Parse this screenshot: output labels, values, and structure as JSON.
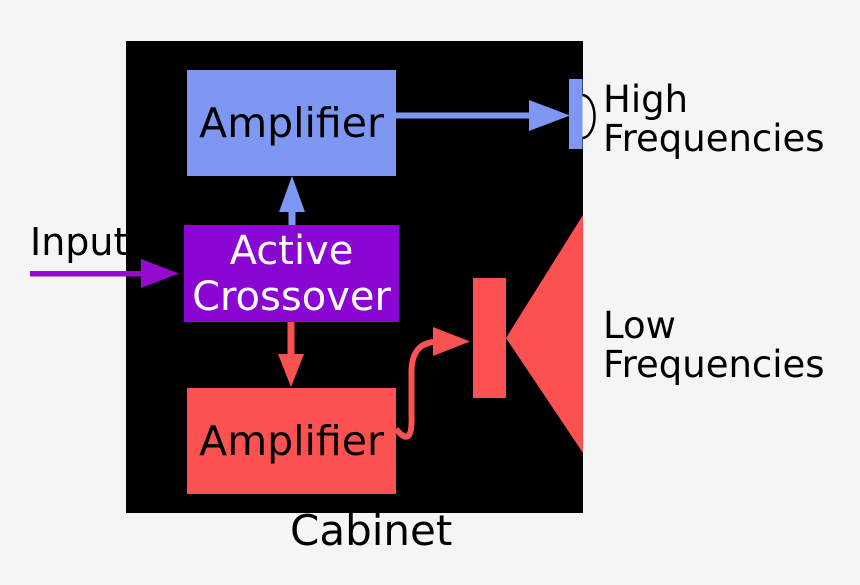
{
  "title": "Bi-amplified loudspeaker with active crossover diagram",
  "colors": {
    "background": "#f5f5f6",
    "blue": "#7e97f3",
    "purple": "#8a06d2",
    "arrow": "#9609ce",
    "red": "#fb5151",
    "cabinet": "#000000",
    "text": "#000000",
    "box_text": "#ffffff"
  },
  "boxes": {
    "amplifier_high": "Amplifier",
    "crossover": "Active\nCrossover",
    "amplifier_low": "Amplifier"
  },
  "labels": {
    "input": "Input",
    "high_frequencies": "High\nFrequencies",
    "low_frequencies": "Low\nFrequencies",
    "cabinet": "Cabinet"
  },
  "icons": {
    "tweeter": "tweeter-dome-driver-icon",
    "woofer": "woofer-cone-driver-icon",
    "arrows": [
      "input-arrow",
      "crossover-to-high-amplifier-arrow",
      "high-amplifier-to-tweeter-arrow",
      "crossover-to-low-amplifier-arrow",
      "low-amplifier-to-woofer-arrow"
    ]
  }
}
